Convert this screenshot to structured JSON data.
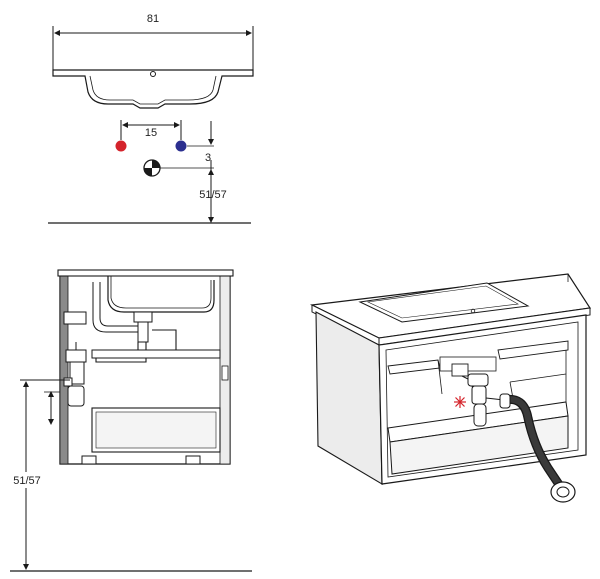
{
  "labels": {
    "basin_width": "81",
    "valve_spacing": "15",
    "valve_offset": "3",
    "height_top": "51/57",
    "height_side": "51/57"
  },
  "colors": {
    "hot_valve": "#d4232b",
    "cold_valve": "#2b2f8f",
    "line": "#1a1a1a",
    "cabinet_fill": "#ececec",
    "drawer_fill": "#f4f4f4",
    "marker": "#d4232b"
  },
  "icons": {
    "drain_symbol": "half-filled-circle",
    "water_marker": "asterisk"
  }
}
